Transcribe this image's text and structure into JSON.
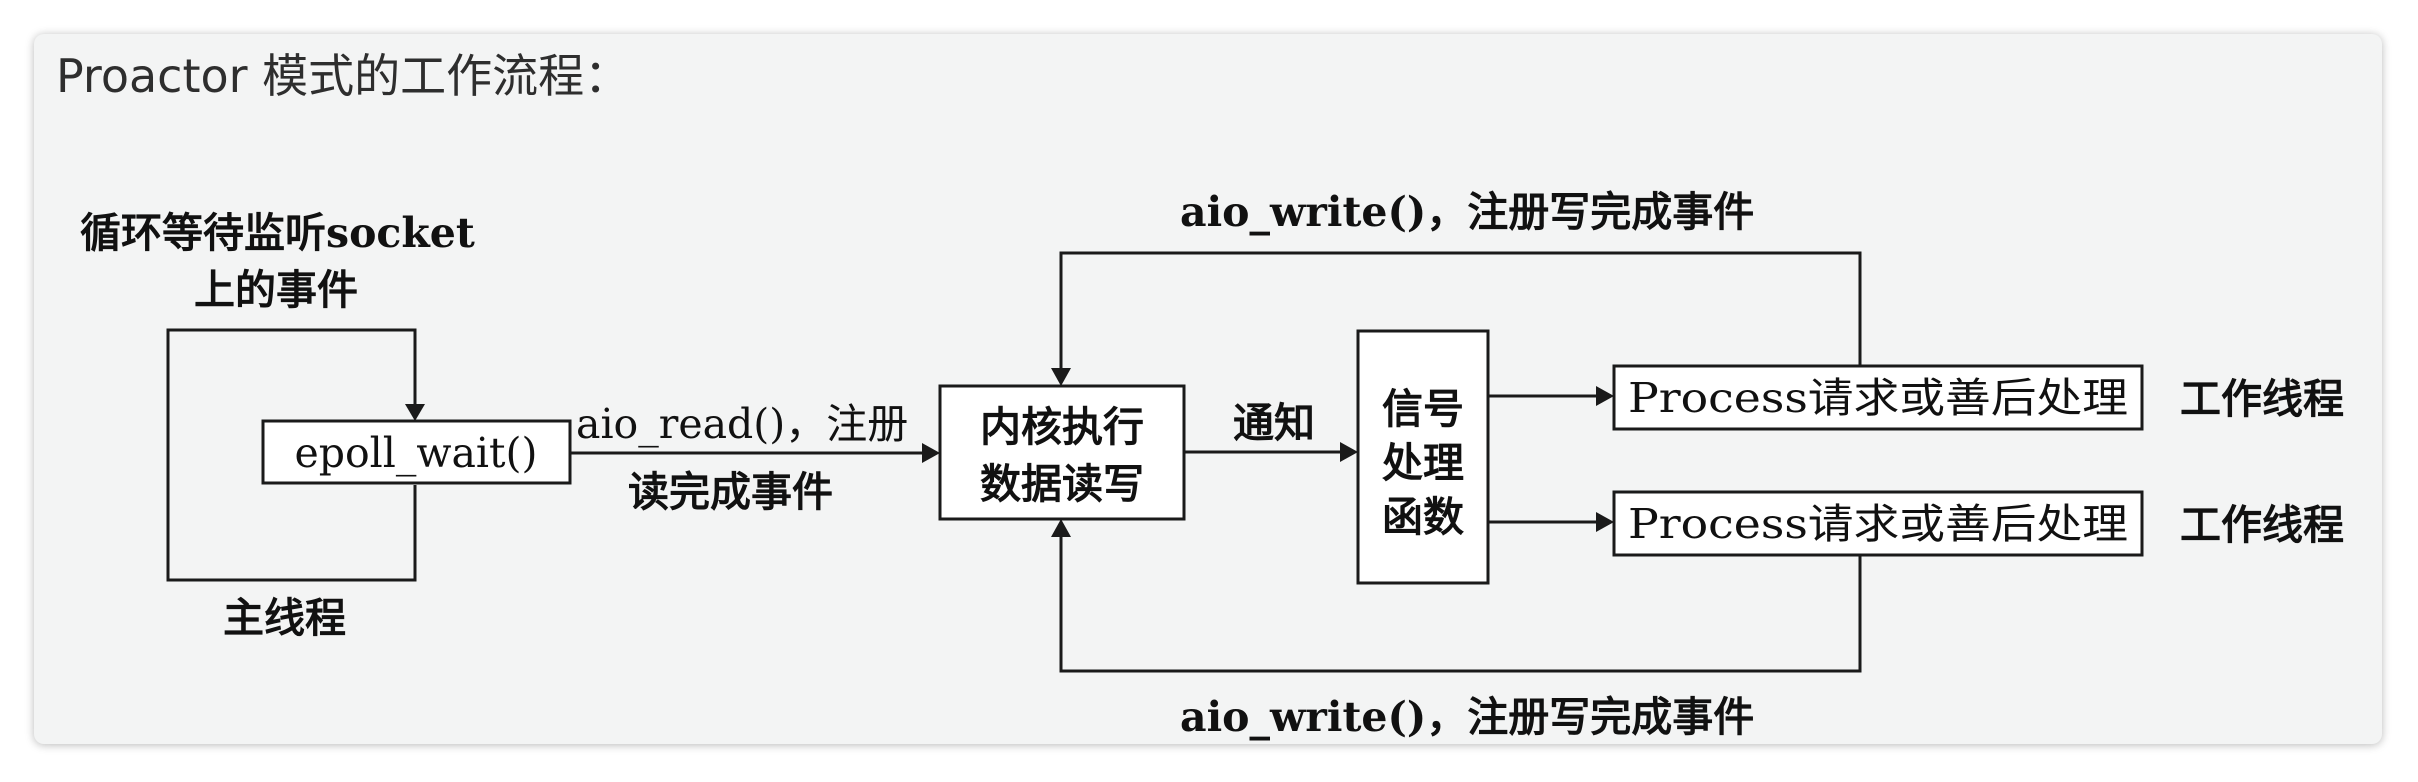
{
  "heading": "Proactor 模式的工作流程：",
  "diagram": {
    "loop_label_line1": "循环等待监听socket",
    "loop_label_line2": "上的事件",
    "epoll_box": "epoll_wait()",
    "main_thread_label": "主线程",
    "aio_read_line1": "aio_read()，注册",
    "aio_read_line2": "读完成事件",
    "kernel_box_line1": "内核执行",
    "kernel_box_line2": "数据读写",
    "notify_label": "通知",
    "signal_box_line1": "信号",
    "signal_box_line2": "处理",
    "signal_box_line3": "函数",
    "process_box_top": "Process请求或善后处理",
    "process_box_bottom": "Process请求或善后处理",
    "worker_label_top": "工作线程",
    "worker_label_bottom": "工作线程",
    "aio_write_top": "aio_write()，注册写完成事件",
    "aio_write_bottom": "aio_write()，注册写完成事件"
  }
}
